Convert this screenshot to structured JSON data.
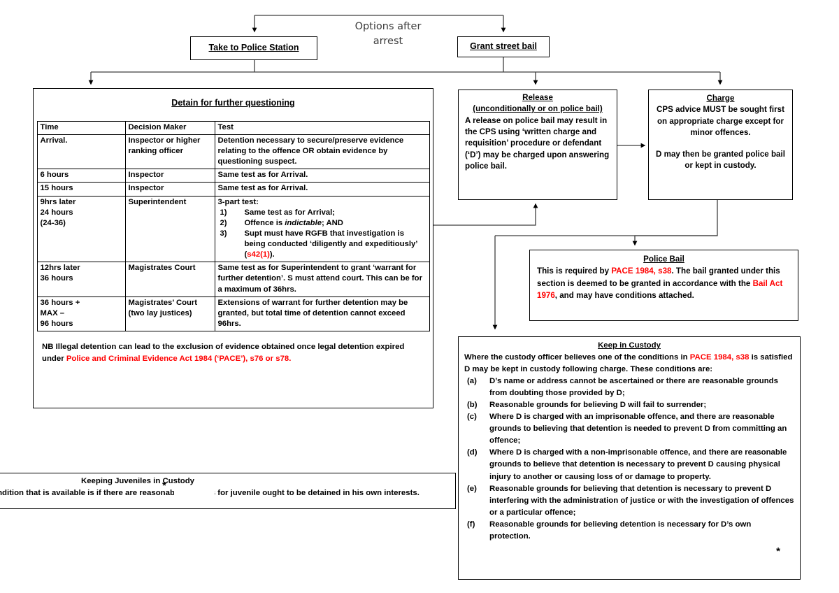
{
  "diagram": {
    "title_label": "Options after\narrest",
    "accent_red": "#ff0000",
    "line_color": "#3f3f3f"
  },
  "top": {
    "police_station": "Take to Police Station",
    "street_bail": "Grant street bail",
    "options_label_line1": "Options after",
    "options_label_line2": "arrest"
  },
  "detain": {
    "heading": "Detain for further questioning",
    "columns": [
      "Time",
      "Decision Maker",
      "Test"
    ],
    "rows": [
      {
        "time": "Arrival.",
        "decision_maker": "Inspector or higher ranking officer",
        "test": "Detention necessary to secure/preserve evidence relating to the offence OR obtain evidence by questioning suspect."
      },
      {
        "time": "6 hours",
        "decision_maker": "Inspector",
        "test": "Same test as for Arrival."
      },
      {
        "time": "15 hours",
        "decision_maker": "Inspector",
        "test": "Same test as for Arrival."
      },
      {
        "time": "9hrs later\n24 hours\n(24-36)",
        "decision_maker": "Superintendent",
        "test_intro": "3-part test:",
        "test_items": [
          {
            "num": "1)",
            "text": "Same test as for Arrival;"
          },
          {
            "num": "2)",
            "text_before": "Offence is ",
            "text_italic": "indictable",
            "text_after": "; AND"
          },
          {
            "num": "3)",
            "text_before": "Supt must have RGFB that investigation is being conducted ‘diligently and expeditiously’ (",
            "red": "s42(1)",
            "text_after": ")."
          }
        ]
      },
      {
        "time": "12hrs later\n36 hours",
        "decision_maker": "Magistrates Court",
        "test": "Same test as for Superintendent to grant ‘warrant for further detention’. S must attend court. This can be for a maximum of 36hrs."
      },
      {
        "time": "36 hours +\nMAX –\n96 hours",
        "decision_maker": "Magistrates’ Court (two lay justices)",
        "test": "Extensions of warrant for further detention may be granted, but total time of detention cannot exceed 96hrs."
      }
    ],
    "note_before": "NB Illegal detention can lead to the exclusion of evidence obtained once legal detention expired under ",
    "note_red": "Police and Criminal Evidence Act 1984 (‘PACE’), s76 or s78."
  },
  "release": {
    "title_line1": "Release",
    "title_line2": "(unconditionally or on police bail)",
    "body": "A release on police bail may result in the CPS using ‘written charge and requisition’ procedure or defendant (‘D’) may be charged upon answering police bail."
  },
  "charge": {
    "title": "Charge",
    "body_1": "CPS advice MUST be sought first on appropriate charge except for minor offences.",
    "body_2": "D may then be granted police bail or kept in custody."
  },
  "police_bail": {
    "title": "Police Bail",
    "text_1": "This is required by ",
    "red_1": "PACE 1984, s38",
    "text_2": ". The bail granted under this section is deemed to be granted in accordance with the ",
    "red_2": "Bail Act 1976",
    "text_3": ", and may have conditions attached."
  },
  "keep_custody": {
    "title": "Keep in Custody",
    "intro_before": "Where the custody officer believes one of the conditions in ",
    "intro_red": "PACE 1984, s38",
    "intro_after": " is satisfied D may be kept in custody following charge. These conditions are:",
    "conditions": [
      {
        "num": "(a)",
        "text": "D’s name or address cannot be ascertained or there are reasonable grounds from doubting those provided by D;"
      },
      {
        "num": "(b)",
        "text": "Reasonable grounds for believing D will fail to surrender;"
      },
      {
        "num": "(c)",
        "text": "Where D is charged with an imprisonable offence, and there are reasonable grounds to believing that detention is needed to prevent D from committing an offence;"
      },
      {
        "num": "(d)",
        "text": "Where D is charged with a non-imprisonable offence, and there are reasonable grounds to believe that detention is necessary to prevent D causing physical injury to another or causing loss of or damage to property."
      },
      {
        "num": "(e)",
        "text": "Reasonable grounds for believing that detention is necessary to prevent D interfering with the administration of justice or with the investigation of offences or a particular offence;"
      },
      {
        "num": "(f)",
        "text": "Reasonable grounds for believing detention is necessary for D’s own protection."
      }
    ],
    "asterisk": "*"
  },
  "juveniles": {
    "title": "Keeping Juveniles in Custody",
    "body": "Where a juvenile is charged, an additional condition that is available is if there are reasonable grounds for juvenile ought to be detained in his own interests.",
    "asterisk": "*"
  }
}
